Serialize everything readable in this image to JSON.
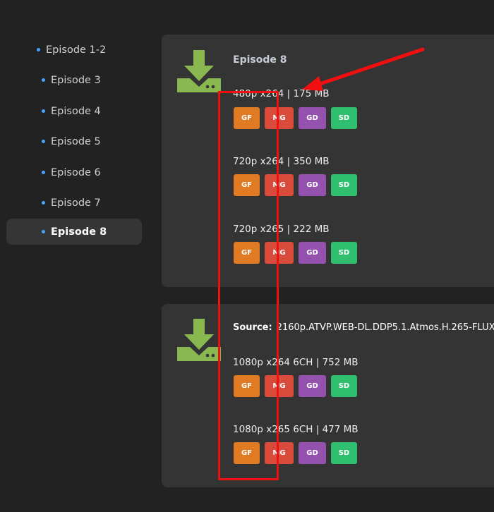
{
  "sidebar": {
    "items": [
      {
        "label": "Episode 1-2"
      },
      {
        "label": "Episode 3"
      },
      {
        "label": "Episode 4"
      },
      {
        "label": "Episode 5"
      },
      {
        "label": "Episode 6"
      },
      {
        "label": "Episode 7"
      },
      {
        "label": "Episode 8",
        "active": true
      }
    ]
  },
  "card1": {
    "title": "Episode 8",
    "icon": "download-icon",
    "entries": [
      {
        "quality": "480p x264 | 175 MB"
      },
      {
        "quality": "720p x264 | 350 MB"
      },
      {
        "quality": "720p x265 | 222 MB"
      }
    ]
  },
  "card2": {
    "icon": "download-icon",
    "source_label": "Source:",
    "source_value": "2160p.ATVP.WEB-DL.DDP5.1.Atmos.H.265-FLUX",
    "entries": [
      {
        "quality": "1080p x264 6CH | 752 MB"
      },
      {
        "quality": "1080p x265 6CH | 477 MB"
      }
    ]
  },
  "buttons": {
    "gf": "GF",
    "mg": "MG",
    "gd": "GD",
    "sd": "SD"
  },
  "colors": {
    "background": "#232223",
    "card": "#353435",
    "gf": "#e07b24",
    "mg": "#d94b3b",
    "gd": "#9451ae",
    "sd": "#2fbf6f",
    "icon_green": "#8ab850",
    "annotation_red": "#f20f0f"
  }
}
